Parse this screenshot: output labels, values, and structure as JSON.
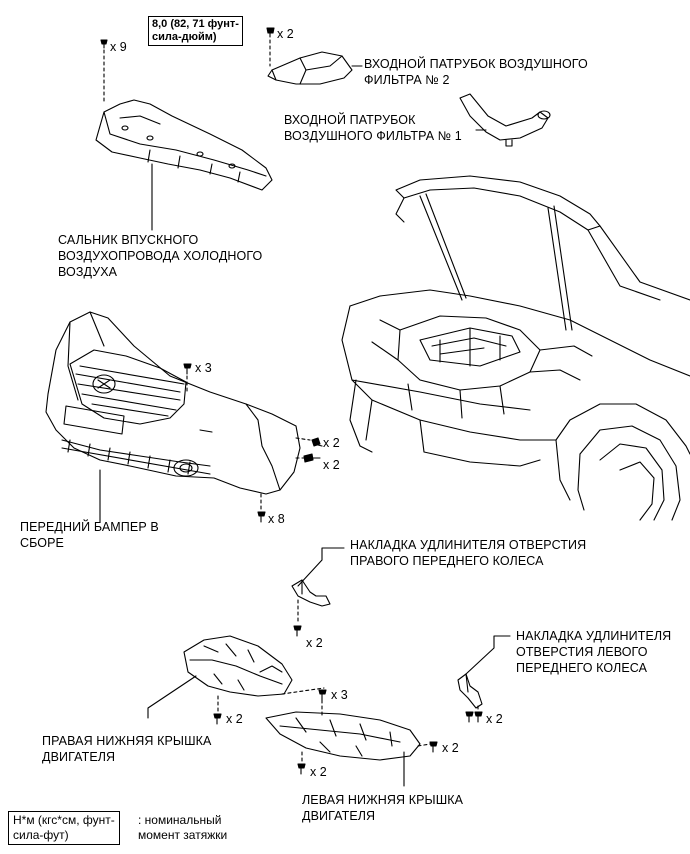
{
  "torque_spec": "8,0 (82, 71 фунт-\nсила-дюйм)",
  "labels": {
    "air_inlet_2": "ВХОДНОЙ ПАТРУБОК ВОЗДУШНОГО\nФИЛЬТРА № 2",
    "air_inlet_1": "ВХОДНОЙ ПАТРУБОК\nВОЗДУШНОГО ФИЛЬТРА № 1",
    "cool_air_seal": "САЛЬНИК ВПУСКНОГО\nВОЗДУХОПРОВОДА ХОЛОДНОГО\nВОЗДУХА",
    "front_bumper": "ПЕРЕДНИЙ БАМПЕР В\nСБОРЕ",
    "rh_wheel_liner": "НАКЛАДКА УДЛИНИТЕЛЯ ОТВЕРСТИЯ\nПРАВОГО ПЕРЕДНЕГО КОЛЕСА",
    "lh_wheel_liner": "НАКЛАДКА УДЛИНИТЕЛЯ\nОТВЕРСТИЯ ЛЕВОГО\nПЕРЕДНЕГО КОЛЕСА",
    "rh_under_cover": "ПРАВАЯ НИЖНЯЯ КРЫШКА\nДВИГАТЕЛЯ",
    "lh_under_cover": "ЛЕВАЯ НИЖНЯЯ КРЫШКА\nДВИГАТЕЛЯ"
  },
  "quantities": {
    "seal_clips": "x 9",
    "inlet2_bolts": "x 2",
    "bumper_top": "x 3",
    "bumper_side_a": "x 2",
    "bumper_side_b": "x 2",
    "bumper_bottom": "x 8",
    "rh_liner": "x 2",
    "rh_cover": "x 2",
    "center_clips": "x 3",
    "lh_cover_bottom": "x 2",
    "lh_cover_side": "x 2",
    "lh_liner": "x 2"
  },
  "legend": {
    "box": "Н*м (кгс*см, фунт-\nсила-фут)",
    "text": ": номинальный\nмомент затяжки"
  }
}
